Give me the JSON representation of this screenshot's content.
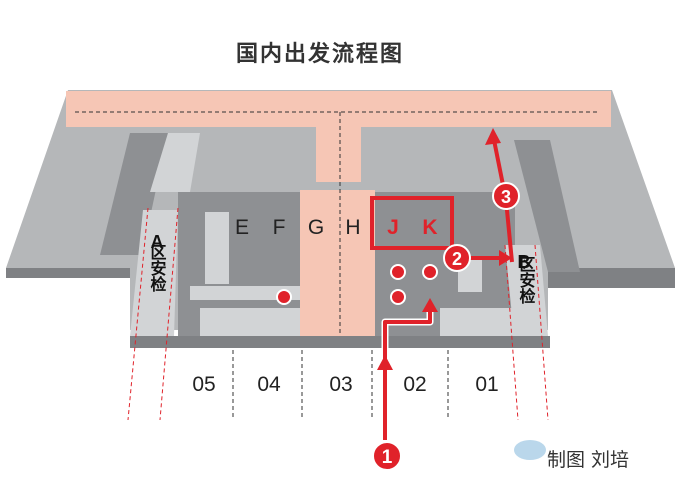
{
  "title": "国内出发流程图",
  "counters": [
    "E",
    "F",
    "G",
    "H",
    "J",
    "K"
  ],
  "highlighted_counters": [
    "J",
    "K"
  ],
  "doors": [
    "05",
    "04",
    "03",
    "02",
    "01"
  ],
  "security": {
    "a_letter": "A",
    "a_text": "区安检",
    "b_letter": "B",
    "b_text": "区安检"
  },
  "steps": [
    "1",
    "2",
    "3"
  ],
  "credit": "制图 刘培",
  "colors": {
    "accent_red": "#e0222a",
    "floor_gray": "#b4b6b8",
    "dark_gray": "#8e9093",
    "light_gray": "#d2d4d6",
    "pink": "#f6c6b5"
  }
}
